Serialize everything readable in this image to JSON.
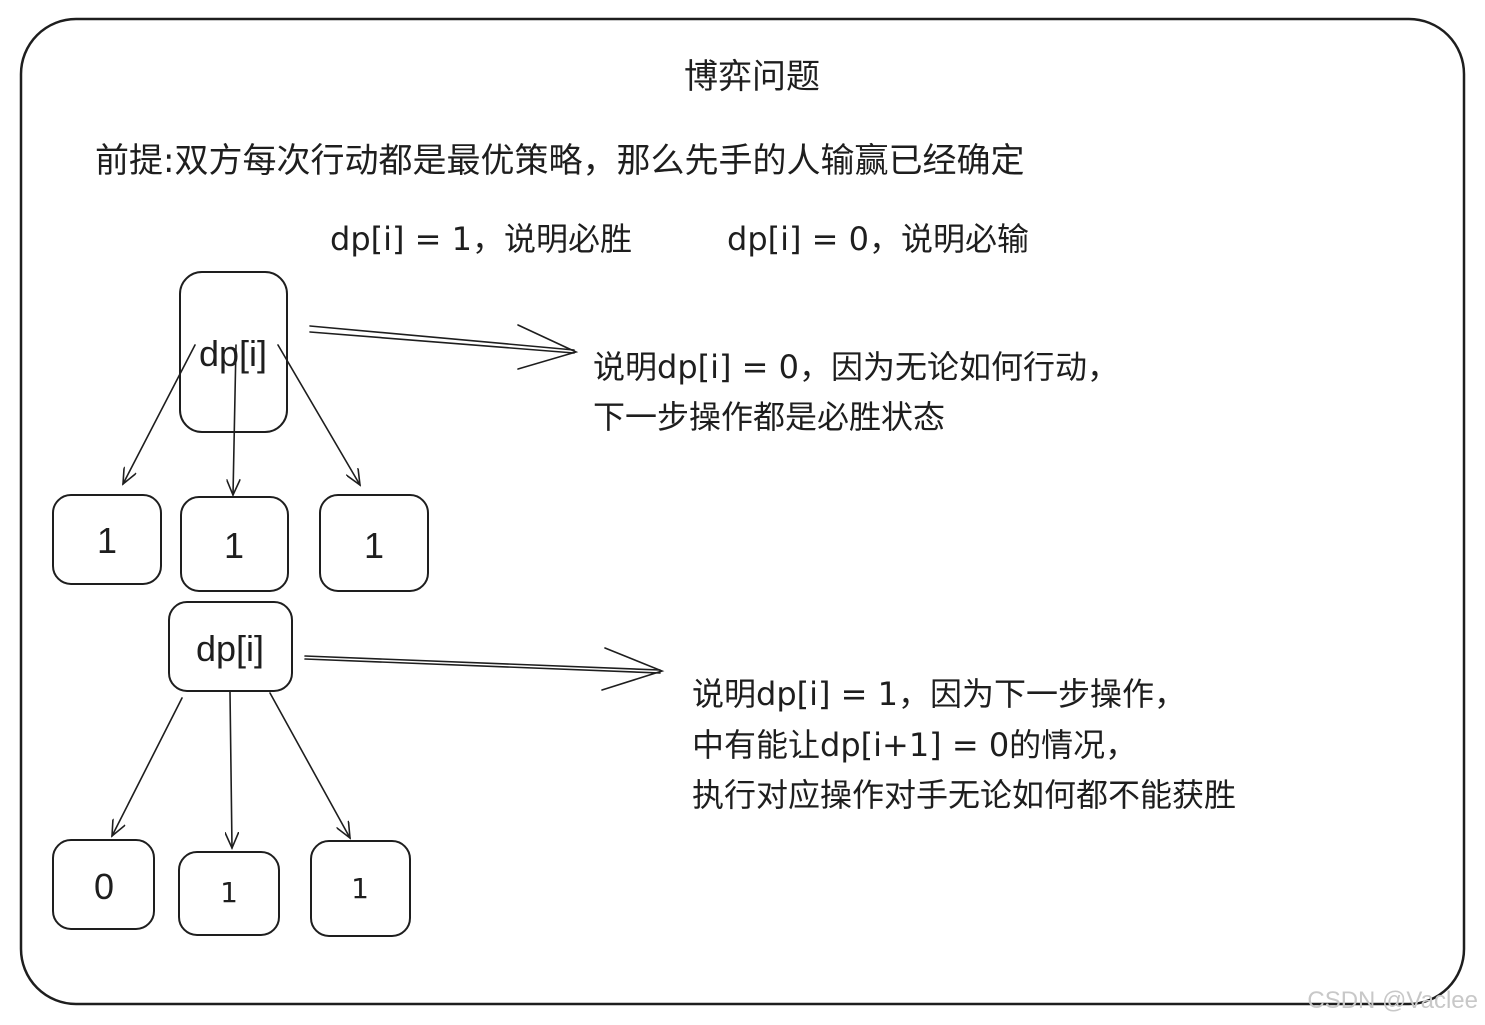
{
  "title": "博弈问题",
  "premise": "前提:双方每次行动都是最优策略，那么先手的人输赢已经确定",
  "definition": {
    "win": "dp[i] = 1，说明必胜",
    "lose": "dp[i] = 0，说明必输"
  },
  "tree_top": {
    "root_label": "dp[i]",
    "children": [
      "1",
      "1",
      "1"
    ],
    "explanation_line1": "说明dp[i] = 0，因为无论如何行动，",
    "explanation_line2": "下一步操作都是必胜状态"
  },
  "tree_bottom": {
    "root_label": "dp[i]",
    "children": [
      "0",
      "1",
      "1"
    ],
    "explanation_line1": "说明dp[i] = 1，因为下一步操作，",
    "explanation_line2": "中有能让dp[i+1] = 0的情况，",
    "explanation_line3": "执行对应操作对手无论如何都不能获胜"
  },
  "watermark": "CSDN @Vaclee",
  "colors": {
    "stroke": "#1e1e1e",
    "background": "#ffffff",
    "watermark": "#c8c8c8"
  }
}
